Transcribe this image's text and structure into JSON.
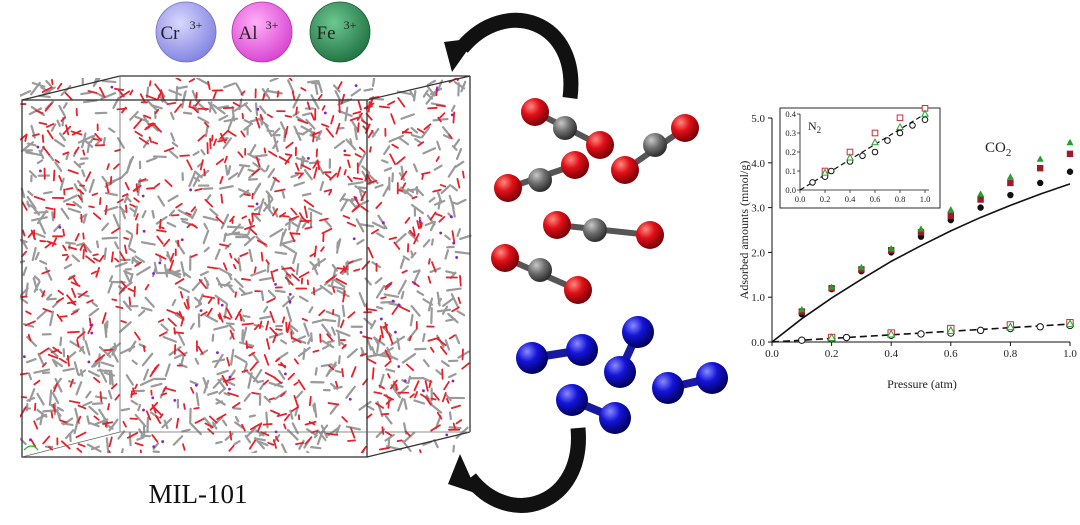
{
  "ions": [
    {
      "symbol": "Cr",
      "charge": "3+",
      "color": "#9a9ae8"
    },
    {
      "symbol": "Al",
      "charge": "3+",
      "color": "#e060dc"
    },
    {
      "symbol": "Fe",
      "charge": "3+",
      "color": "#2f8a56"
    }
  ],
  "framework_label": "MIL-101",
  "colors": {
    "oxygen": "#e0101a",
    "carbon": "#707070",
    "nitrogen": "#1a1ad0",
    "arrow": "#111111",
    "framework_bonds": "#9a9a9a",
    "framework_oxygen": "#e8202a"
  },
  "chart_data": {
    "type": "scatter",
    "xlabel": "Pressure (atm)",
    "ylabel": "Adsorbed amounts (mmol/g)",
    "xlim": [
      0.0,
      1.0
    ],
    "ylim": [
      0.0,
      5.0
    ],
    "xticks": [
      "0.0",
      "0.2",
      "0.4",
      "0.6",
      "0.8",
      "1.0"
    ],
    "yticks": [
      "0.0",
      "1.0",
      "2.0",
      "3.0",
      "4.0",
      "5.0"
    ],
    "annotations": {
      "co2": "CO",
      "co2_sub": "2"
    },
    "series": [
      {
        "marker": "filled-circle",
        "color": "#111111",
        "gas": "CO2",
        "x": [
          0.1,
          0.2,
          0.3,
          0.4,
          0.5,
          0.6,
          0.7,
          0.8,
          0.9,
          1.0
        ],
        "y": [
          0.62,
          1.18,
          1.58,
          2.0,
          2.35,
          2.72,
          3.0,
          3.28,
          3.55,
          3.8
        ]
      },
      {
        "marker": "filled-square",
        "color": "#9b1c2e",
        "gas": "CO2",
        "x": [
          0.1,
          0.2,
          0.3,
          0.4,
          0.5,
          0.6,
          0.7,
          0.8,
          0.9,
          1.0
        ],
        "y": [
          0.68,
          1.2,
          1.62,
          2.05,
          2.45,
          2.82,
          3.18,
          3.55,
          3.88,
          4.2
        ]
      },
      {
        "marker": "filled-triangle",
        "color": "#22a02a",
        "gas": "CO2",
        "x": [
          0.1,
          0.2,
          0.3,
          0.4,
          0.5,
          0.6,
          0.7,
          0.8,
          0.9,
          1.0
        ],
        "y": [
          0.72,
          1.22,
          1.66,
          2.08,
          2.52,
          2.95,
          3.3,
          3.68,
          4.08,
          4.45
        ]
      },
      {
        "marker": "open-circle",
        "color": "#111111",
        "gas": "N2",
        "x": [
          0.1,
          0.2,
          0.25,
          0.4,
          0.5,
          0.6,
          0.7,
          0.8,
          0.9,
          1.0
        ],
        "y": [
          0.04,
          0.07,
          0.1,
          0.15,
          0.18,
          0.2,
          0.26,
          0.3,
          0.34,
          0.37
        ]
      },
      {
        "marker": "open-square",
        "color": "#cc2a40",
        "gas": "N2",
        "x": [
          0.2,
          0.4,
          0.6,
          0.8,
          1.0
        ],
        "y": [
          0.1,
          0.2,
          0.3,
          0.38,
          0.43
        ]
      },
      {
        "marker": "open-triangle",
        "color": "#22a02a",
        "gas": "N2",
        "x": [
          0.2,
          0.4,
          0.6,
          0.8,
          1.0
        ],
        "y": [
          0.09,
          0.17,
          0.25,
          0.33,
          0.4
        ]
      }
    ],
    "fit_curves": [
      {
        "style": "solid",
        "color": "#111111",
        "gas": "CO2",
        "x": [
          0.0,
          0.1,
          0.2,
          0.3,
          0.4,
          0.5,
          0.6,
          0.7,
          0.8,
          0.9,
          1.0
        ],
        "y": [
          0.0,
          0.52,
          0.98,
          1.4,
          1.8,
          2.15,
          2.48,
          2.78,
          3.05,
          3.3,
          3.53
        ]
      },
      {
        "style": "dashed",
        "color": "#111111",
        "gas": "N2",
        "x": [
          0.0,
          1.0
        ],
        "y": [
          0.0,
          0.4
        ]
      }
    ],
    "inset": {
      "label": "N",
      "label_sub": "2",
      "xlim": [
        0.0,
        1.0
      ],
      "ylim": [
        0.0,
        0.4
      ],
      "xticks": [
        "0.0",
        "0.2",
        "0.4",
        "0.6",
        "0.8",
        "1.0"
      ],
      "yticks": [
        "0.0",
        "0.1",
        "0.2",
        "0.3",
        "0.4"
      ]
    }
  }
}
